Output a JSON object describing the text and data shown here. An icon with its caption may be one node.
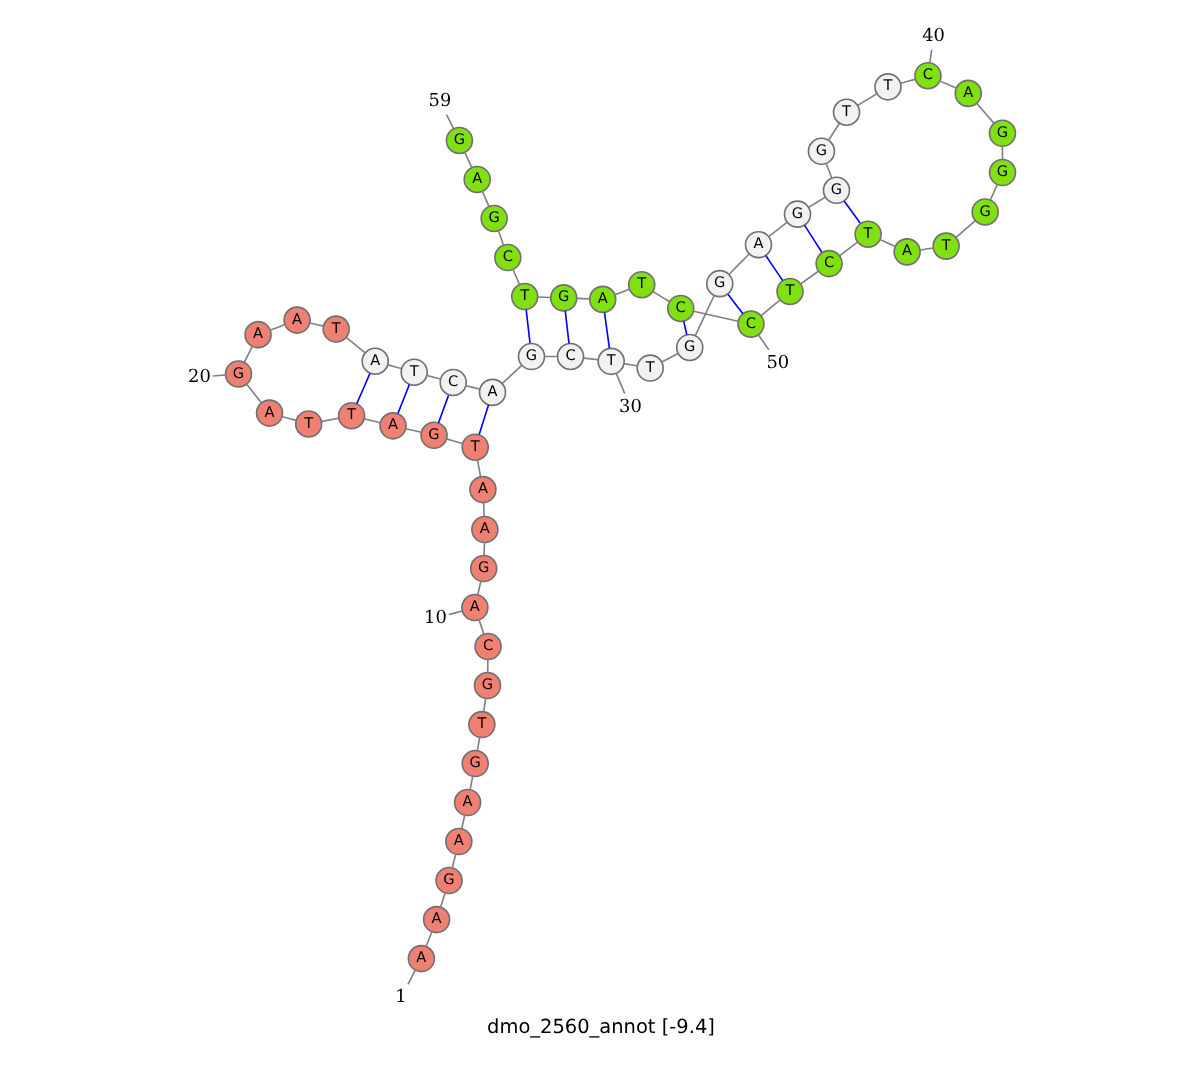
{
  "diagram": {
    "title": "dmo_2560_annot [-9.4]",
    "nodes": [
      {
        "text": [
          "A"
        ]
      },
      {
        "text": [
          "A"
        ]
      },
      {
        "text": [
          "G"
        ]
      },
      {
        "text": [
          "A"
        ]
      },
      {
        "text": [
          "A"
        ]
      },
      {
        "text": [
          "G"
        ]
      },
      {
        "text": [
          "T"
        ]
      },
      {
        "text": [
          "G"
        ]
      },
      {
        "text": [
          "C"
        ]
      },
      {
        "text": [
          "A"
        ]
      },
      {
        "text": [
          "G"
        ]
      },
      {
        "text": [
          "A"
        ]
      },
      {
        "text": [
          "A"
        ]
      },
      {
        "text": [
          "T"
        ]
      },
      {
        "text": [
          "G"
        ]
      },
      {
        "text": [
          "A"
        ]
      },
      {
        "text": [
          "T"
        ]
      },
      {
        "text": [
          "T"
        ]
      },
      {
        "text": [
          "A"
        ]
      },
      {
        "text": [
          "G"
        ]
      },
      {
        "text": [
          "A"
        ]
      },
      {
        "text": [
          "A"
        ]
      },
      {
        "text": [
          "T"
        ]
      },
      {
        "text": [
          "A"
        ]
      },
      {
        "text": [
          "T"
        ]
      },
      {
        "text": [
          "C"
        ]
      },
      {
        "text": [
          "A"
        ]
      },
      {
        "text": [
          "G"
        ]
      },
      {
        "text": [
          "C"
        ]
      },
      {
        "text": [
          "T"
        ]
      },
      {
        "text": [
          "T"
        ]
      },
      {
        "text": [
          "G"
        ]
      },
      {
        "text": [
          "G"
        ]
      },
      {
        "text": [
          "A"
        ]
      },
      {
        "text": [
          "G"
        ]
      },
      {
        "text": [
          "G"
        ]
      },
      {
        "text": [
          "G"
        ]
      },
      {
        "text": [
          "T"
        ]
      },
      {
        "text": [
          "T"
        ]
      },
      {
        "text": [
          "C"
        ]
      },
      {
        "text": [
          "A"
        ]
      },
      {
        "text": [
          "G"
        ]
      },
      {
        "text": [
          "G"
        ]
      },
      {
        "text": [
          "G"
        ]
      },
      {
        "text": [
          "T"
        ]
      },
      {
        "text": [
          "A"
        ]
      },
      {
        "text": [
          "T"
        ]
      },
      {
        "text": [
          "C"
        ]
      },
      {
        "text": [
          "T"
        ]
      },
      {
        "text": [
          "C"
        ]
      },
      {
        "text": [
          "C"
        ]
      },
      {
        "text": [
          "T"
        ]
      },
      {
        "text": [
          "A"
        ]
      },
      {
        "text": [
          "G"
        ]
      },
      {
        "text": [
          "T"
        ]
      },
      {
        "text": [
          "C"
        ]
      },
      {
        "text": [
          "G"
        ]
      },
      {
        "text": [
          "A"
        ]
      },
      {
        "text": [
          "G"
        ]
      },
      {
        "text": [
          "1"
        ]
      },
      {
        "text": [
          "10"
        ]
      },
      {
        "text": [
          "20"
        ]
      },
      {
        "text": [
          "30"
        ]
      },
      {
        "text": [
          "40"
        ]
      },
      {
        "text": [
          "50"
        ]
      },
      {
        "text": [
          "59"
        ]
      }
    ],
    "edges": [
      {
        "from": 0,
        "to": 1,
        "arrow": "none"
      },
      {
        "from": 1,
        "to": 2,
        "arrow": "none"
      },
      {
        "from": 2,
        "to": 3,
        "arrow": "none"
      },
      {
        "from": 3,
        "to": 4,
        "arrow": "none"
      },
      {
        "from": 4,
        "to": 5,
        "arrow": "none"
      },
      {
        "from": 5,
        "to": 6,
        "arrow": "none"
      },
      {
        "from": 6,
        "to": 7,
        "arrow": "none"
      },
      {
        "from": 7,
        "to": 8,
        "arrow": "none"
      },
      {
        "from": 8,
        "to": 9,
        "arrow": "none"
      },
      {
        "from": 9,
        "to": 10,
        "arrow": "none"
      },
      {
        "from": 10,
        "to": 11,
        "arrow": "none"
      },
      {
        "from": 11,
        "to": 12,
        "arrow": "none"
      },
      {
        "from": 12,
        "to": 13,
        "arrow": "none"
      },
      {
        "from": 13,
        "to": 14,
        "arrow": "none"
      },
      {
        "from": 14,
        "to": 15,
        "arrow": "none"
      },
      {
        "from": 15,
        "to": 16,
        "arrow": "none"
      },
      {
        "from": 16,
        "to": 17,
        "arrow": "none"
      },
      {
        "from": 17,
        "to": 18,
        "arrow": "none"
      },
      {
        "from": 18,
        "to": 19,
        "arrow": "none"
      },
      {
        "from": 19,
        "to": 20,
        "arrow": "none"
      },
      {
        "from": 20,
        "to": 21,
        "arrow": "none"
      },
      {
        "from": 21,
        "to": 22,
        "arrow": "none"
      },
      {
        "from": 22,
        "to": 23,
        "arrow": "none"
      },
      {
        "from": 23,
        "to": 24,
        "arrow": "none"
      },
      {
        "from": 24,
        "to": 25,
        "arrow": "none"
      },
      {
        "from": 25,
        "to": 26,
        "arrow": "none"
      },
      {
        "from": 26,
        "to": 27,
        "arrow": "none"
      },
      {
        "from": 27,
        "to": 28,
        "arrow": "none"
      },
      {
        "from": 28,
        "to": 29,
        "arrow": "none"
      },
      {
        "from": 29,
        "to": 30,
        "arrow": "none"
      },
      {
        "from": 30,
        "to": 31,
        "arrow": "none"
      },
      {
        "from": 31,
        "to": 32,
        "arrow": "none"
      },
      {
        "from": 32,
        "to": 33,
        "arrow": "none"
      },
      {
        "from": 33,
        "to": 34,
        "arrow": "none"
      },
      {
        "from": 34,
        "to": 35,
        "arrow": "none"
      },
      {
        "from": 35,
        "to": 36,
        "arrow": "none"
      },
      {
        "from": 36,
        "to": 37,
        "arrow": "none"
      },
      {
        "from": 37,
        "to": 38,
        "arrow": "none"
      },
      {
        "from": 38,
        "to": 39,
        "arrow": "none"
      },
      {
        "from": 39,
        "to": 40,
        "arrow": "none"
      },
      {
        "from": 40,
        "to": 41,
        "arrow": "none"
      },
      {
        "from": 41,
        "to": 42,
        "arrow": "none"
      },
      {
        "from": 42,
        "to": 43,
        "arrow": "none"
      },
      {
        "from": 43,
        "to": 44,
        "arrow": "none"
      },
      {
        "from": 44,
        "to": 45,
        "arrow": "none"
      },
      {
        "from": 45,
        "to": 46,
        "arrow": "none"
      },
      {
        "from": 46,
        "to": 47,
        "arrow": "none"
      },
      {
        "from": 47,
        "to": 48,
        "arrow": "none"
      },
      {
        "from": 48,
        "to": 49,
        "arrow": "none"
      },
      {
        "from": 49,
        "to": 50,
        "arrow": "none"
      },
      {
        "from": 50,
        "to": 51,
        "arrow": "none"
      },
      {
        "from": 51,
        "to": 52,
        "arrow": "none"
      },
      {
        "from": 52,
        "to": 53,
        "arrow": "none"
      },
      {
        "from": 53,
        "to": 54,
        "arrow": "none"
      },
      {
        "from": 54,
        "to": 55,
        "arrow": "none"
      },
      {
        "from": 55,
        "to": 56,
        "arrow": "none"
      },
      {
        "from": 56,
        "to": 57,
        "arrow": "none"
      },
      {
        "from": 57,
        "to": 58,
        "arrow": "none"
      },
      {
        "from": 13,
        "to": 26,
        "arrow": "none",
        "color": "#0000ff"
      },
      {
        "from": 14,
        "to": 25,
        "arrow": "none",
        "color": "#0000ff"
      },
      {
        "from": 15,
        "to": 24,
        "arrow": "none",
        "color": "#0000ff"
      },
      {
        "from": 16,
        "to": 23,
        "arrow": "none",
        "color": "#0000ff"
      },
      {
        "from": 27,
        "to": 54,
        "arrow": "none",
        "color": "#0000ff"
      },
      {
        "from": 28,
        "to": 53,
        "arrow": "none",
        "color": "#0000ff"
      },
      {
        "from": 29,
        "to": 52,
        "arrow": "none",
        "color": "#0000ff"
      },
      {
        "from": 31,
        "to": 50,
        "arrow": "none",
        "color": "#0000ff"
      },
      {
        "from": 32,
        "to": 49,
        "arrow": "none",
        "color": "#0000ff"
      },
      {
        "from": 33,
        "to": 48,
        "arrow": "none",
        "color": "#0000ff"
      },
      {
        "from": 34,
        "to": 47,
        "arrow": "none",
        "color": "#0000ff"
      },
      {
        "from": 35,
        "to": 46,
        "arrow": "none",
        "color": "#0000ff"
      },
      {
        "from": 59,
        "to": 0,
        "arrow": "none"
      },
      {
        "from": 60,
        "to": 9,
        "arrow": "none"
      },
      {
        "from": 61,
        "to": 19,
        "arrow": "none"
      },
      {
        "from": 62,
        "to": 29,
        "arrow": "none"
      },
      {
        "from": 63,
        "to": 39,
        "arrow": "none"
      },
      {
        "from": 64,
        "to": 49,
        "arrow": "none"
      },
      {
        "from": 65,
        "to": 58,
        "arrow": "none"
      }
    ]
  }
}
